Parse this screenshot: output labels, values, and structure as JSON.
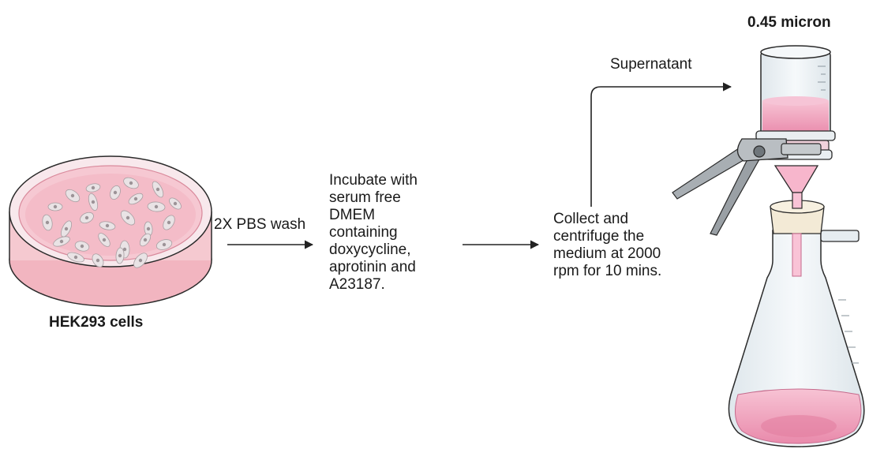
{
  "labels": {
    "petri_dish": "HEK293 cells",
    "wash": "2X PBS wash",
    "incubate": "Incubate with\nserum free\nDMEM\ncontaining\ndoxycycline,\naprotinin and\nA23187.",
    "collect": "Collect and\ncentrifuge the\nmedium at 2000\nrpm for 10 mins.",
    "supernatant": "Supernatant",
    "filter": "0.45 micron"
  },
  "colors": {
    "medium_pink": "#f4a7c0",
    "dish_rim": "#e88fa0",
    "glass": "#eef3f6",
    "outline": "#2a2a2a",
    "arrow": "#222222",
    "clamp": "#8c9196"
  },
  "icons": [
    "petri-dish-icon",
    "cell-icon",
    "arrow-icon",
    "filter-funnel-icon",
    "filter-flask-icon",
    "clamp-icon"
  ]
}
